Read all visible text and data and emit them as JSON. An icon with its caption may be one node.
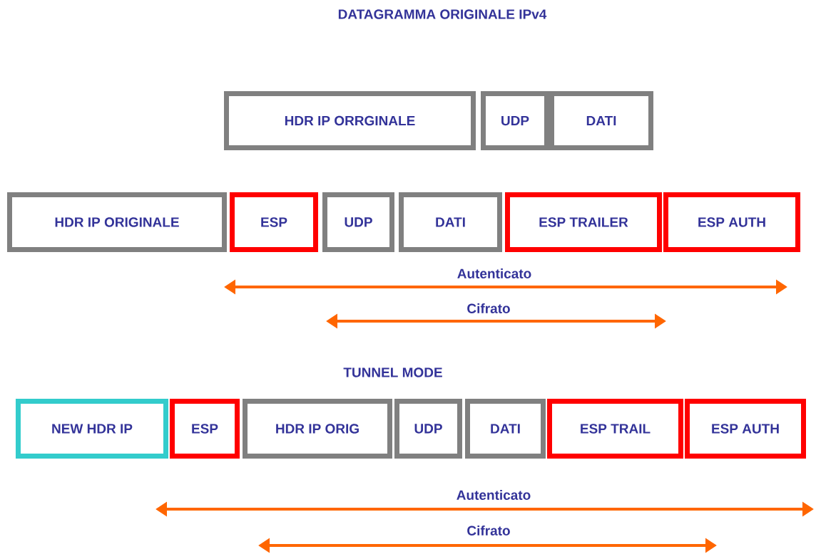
{
  "diagram": {
    "title": "DATAGRAMMA ORIGINALE IPv4",
    "nodes": [
      {
        "text": [
          "HDR IP ORRGINALE"
        ]
      },
      {
        "text": [
          "UDP"
        ]
      },
      {
        "text": [
          "DATI"
        ]
      },
      {
        "text": [
          "HDR IP ORIGINALE"
        ]
      },
      {
        "text": [
          "ESP"
        ]
      },
      {
        "text": [
          "UDP"
        ]
      },
      {
        "text": [
          "DATI"
        ]
      },
      {
        "text": [
          "ESP TRAILER"
        ]
      },
      {
        "text": [
          "ESP AUTH"
        ]
      },
      {
        "text": [
          "NEW HDR IP"
        ]
      },
      {
        "text": [
          "ESP"
        ]
      },
      {
        "text": [
          "HDR IP ORIG"
        ]
      },
      {
        "text": [
          "UDP"
        ]
      },
      {
        "text": [
          "DATI"
        ]
      },
      {
        "text": [
          "ESP TRAIL"
        ]
      },
      {
        "text": [
          "ESP AUTH"
        ]
      }
    ],
    "labels": [
      "Autenticato",
      "Cifrato",
      "TUNNEL MODE",
      "Autenticato",
      "Cifrato"
    ]
  }
}
